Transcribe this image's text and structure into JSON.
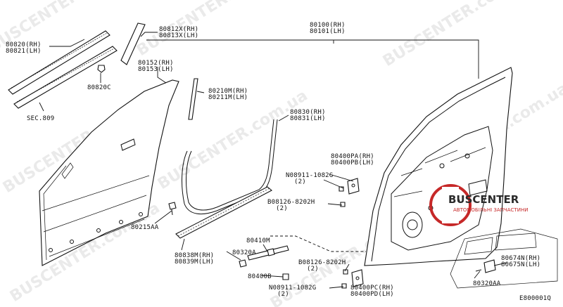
{
  "diagram_id": "E800001Q",
  "labels": {
    "l80820": [
      "80820(RH)",
      "80821(LH)"
    ],
    "l80812": [
      "80812X(RH)",
      "80813X(LH)"
    ],
    "l80100": [
      "80100(RH)",
      "80101(LH)"
    ],
    "l80152": [
      "80152(RH)",
      "80153(LH)"
    ],
    "l80820c": [
      "80820C"
    ],
    "l80210": [
      "80210M(RH)",
      "80211M(LH)"
    ],
    "lsec": [
      "SEC.809"
    ],
    "l80830": [
      "80830(RH)",
      "80831(LH)"
    ],
    "l80400pa": [
      "80400PA(RH)",
      "80400PB(LH)"
    ],
    "l08911a": [
      "N08911-1082G",
      "(2)"
    ],
    "l08126a": [
      "B08126-8202H",
      "(2)"
    ],
    "l80215": [
      "80215AA"
    ],
    "l80410": [
      "80410M"
    ],
    "l80320a": [
      "80320A"
    ],
    "l80838": [
      "80838M(RH)",
      "80839M(LH)"
    ],
    "l08126b": [
      "B08126-8202H",
      "(2)"
    ],
    "l80400b": [
      "80400B"
    ],
    "l08911b": [
      "N08911-1082G",
      "(2)"
    ],
    "l80400pc": [
      "80400PC(RH)",
      "80400PD(LH)"
    ],
    "l80674": [
      "80674N(RH)",
      "80675N(LH)"
    ],
    "l80320b": [
      "80320AA"
    ]
  },
  "watermark": "BUSCENTER.com.ua",
  "brand": {
    "name": "BUSCENTER",
    "subtitle": "АВТОМОБІЛЬНІ ЗАПЧАСТИНИ",
    "accent": "#c62828"
  }
}
